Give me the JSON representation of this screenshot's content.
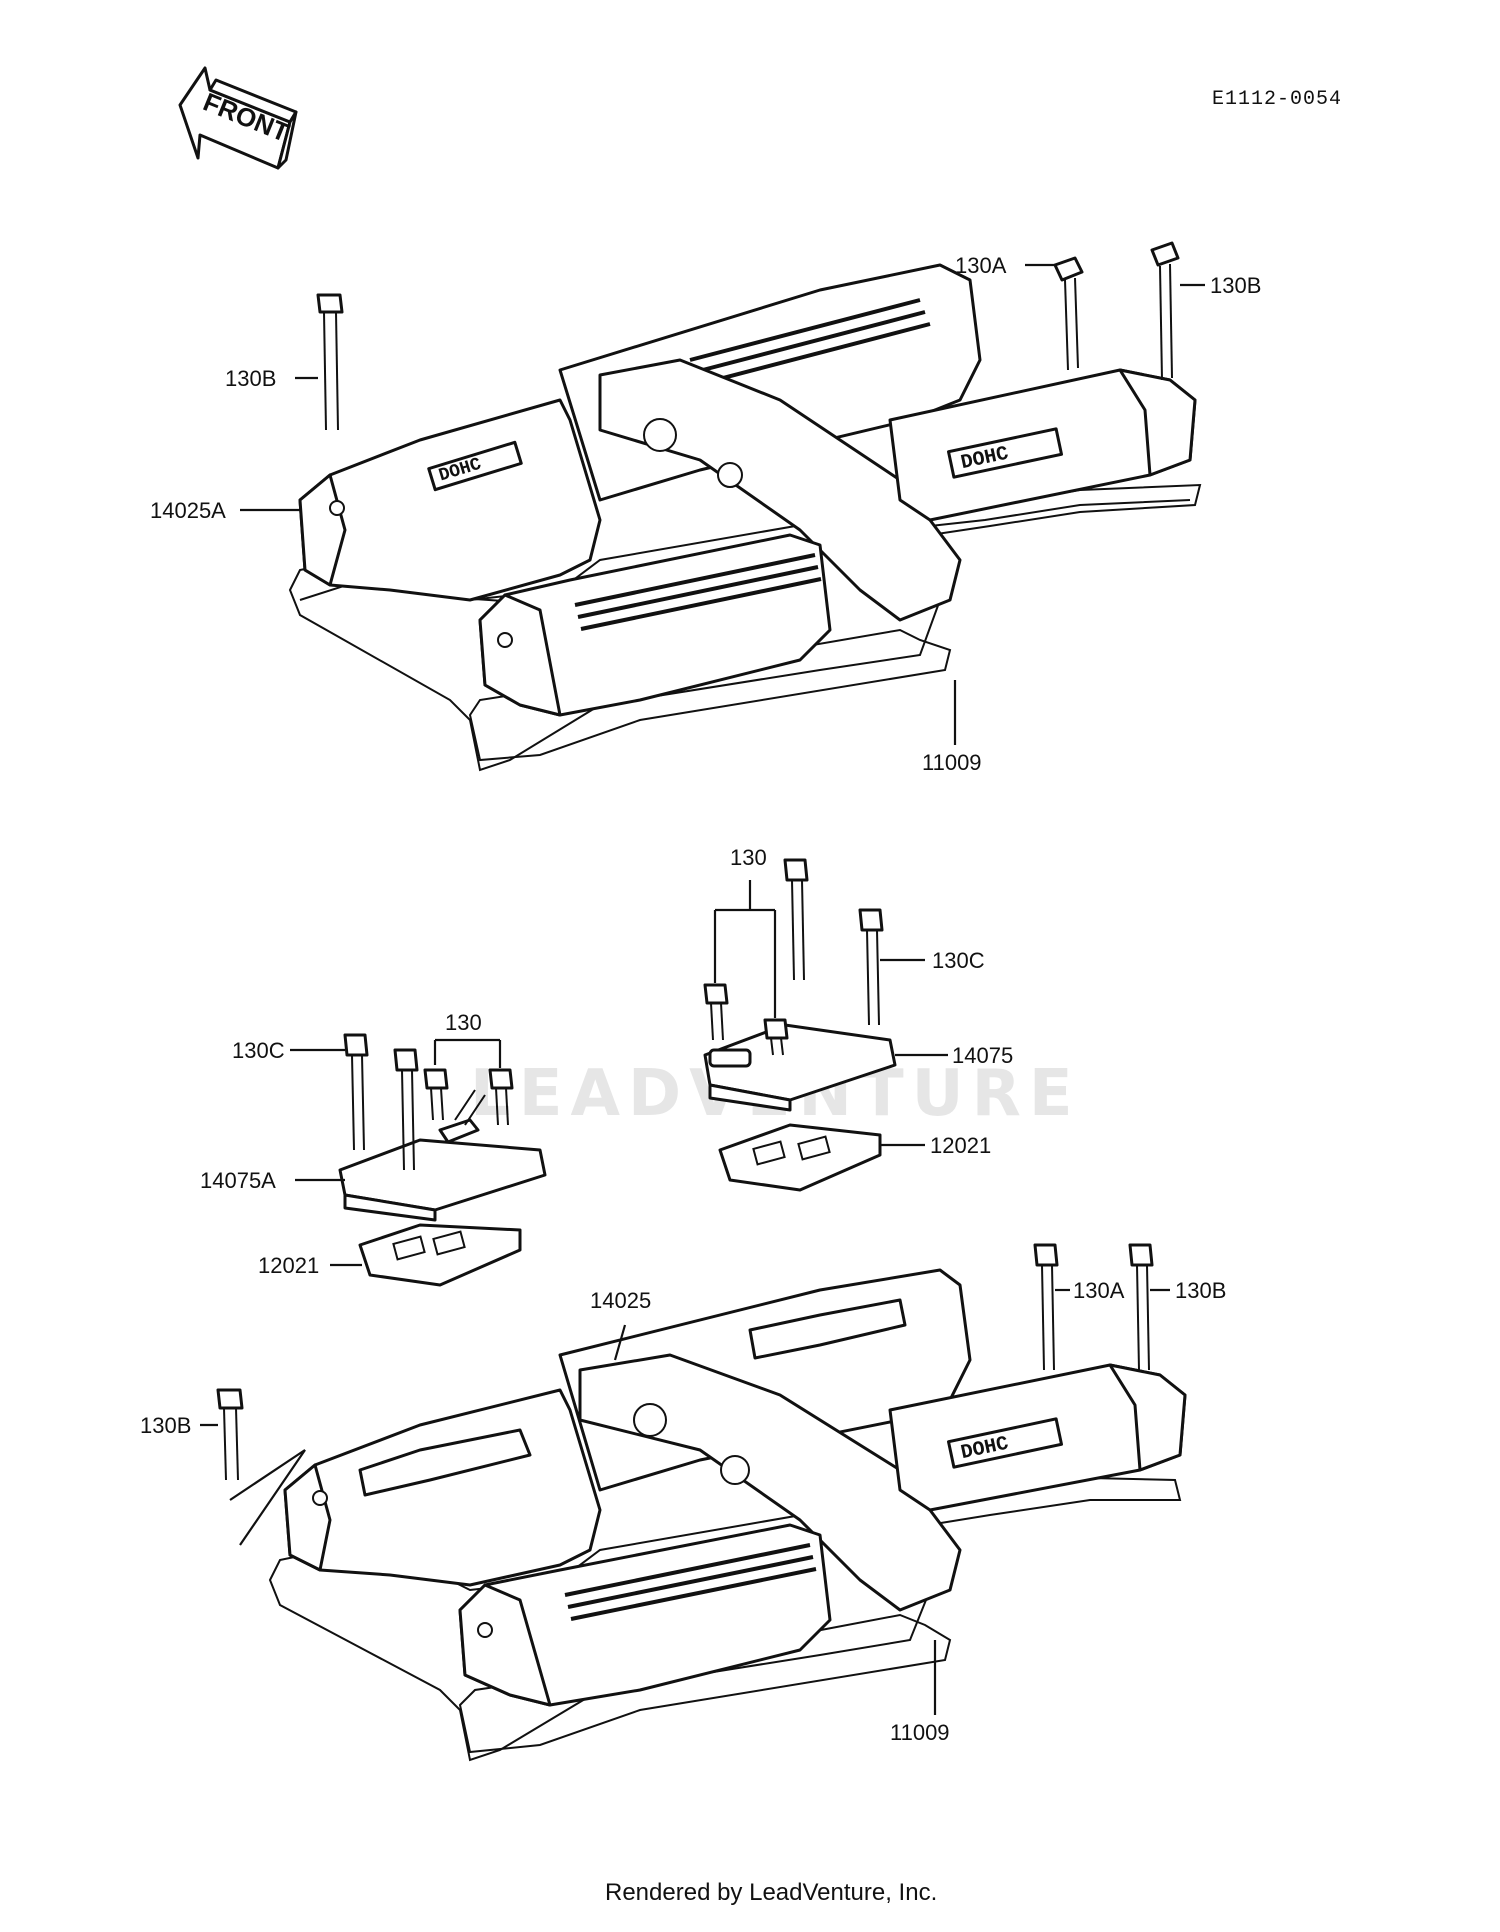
{
  "diagram_code": "E1112-0054",
  "front_arrow": "FRONT",
  "watermark": "LEADVENTURE",
  "footer": "Rendered by LeadVenture, Inc.",
  "callouts": {
    "top_130A": "130A",
    "top_130B_right": "130B",
    "top_130B_left": "130B",
    "top_14025A": "14025A",
    "top_11009": "11009",
    "mid_130_left": "130",
    "mid_130C_left": "130C",
    "mid_14075A": "14075A",
    "mid_12021_left": "12021",
    "mid_130_right": "130",
    "mid_130C_right": "130C",
    "mid_14075": "14075",
    "mid_12021_right": "12021",
    "bot_14025": "14025",
    "bot_130A": "130A",
    "bot_130B_right": "130B",
    "bot_130B_left": "130B",
    "bot_11009": "11009"
  }
}
